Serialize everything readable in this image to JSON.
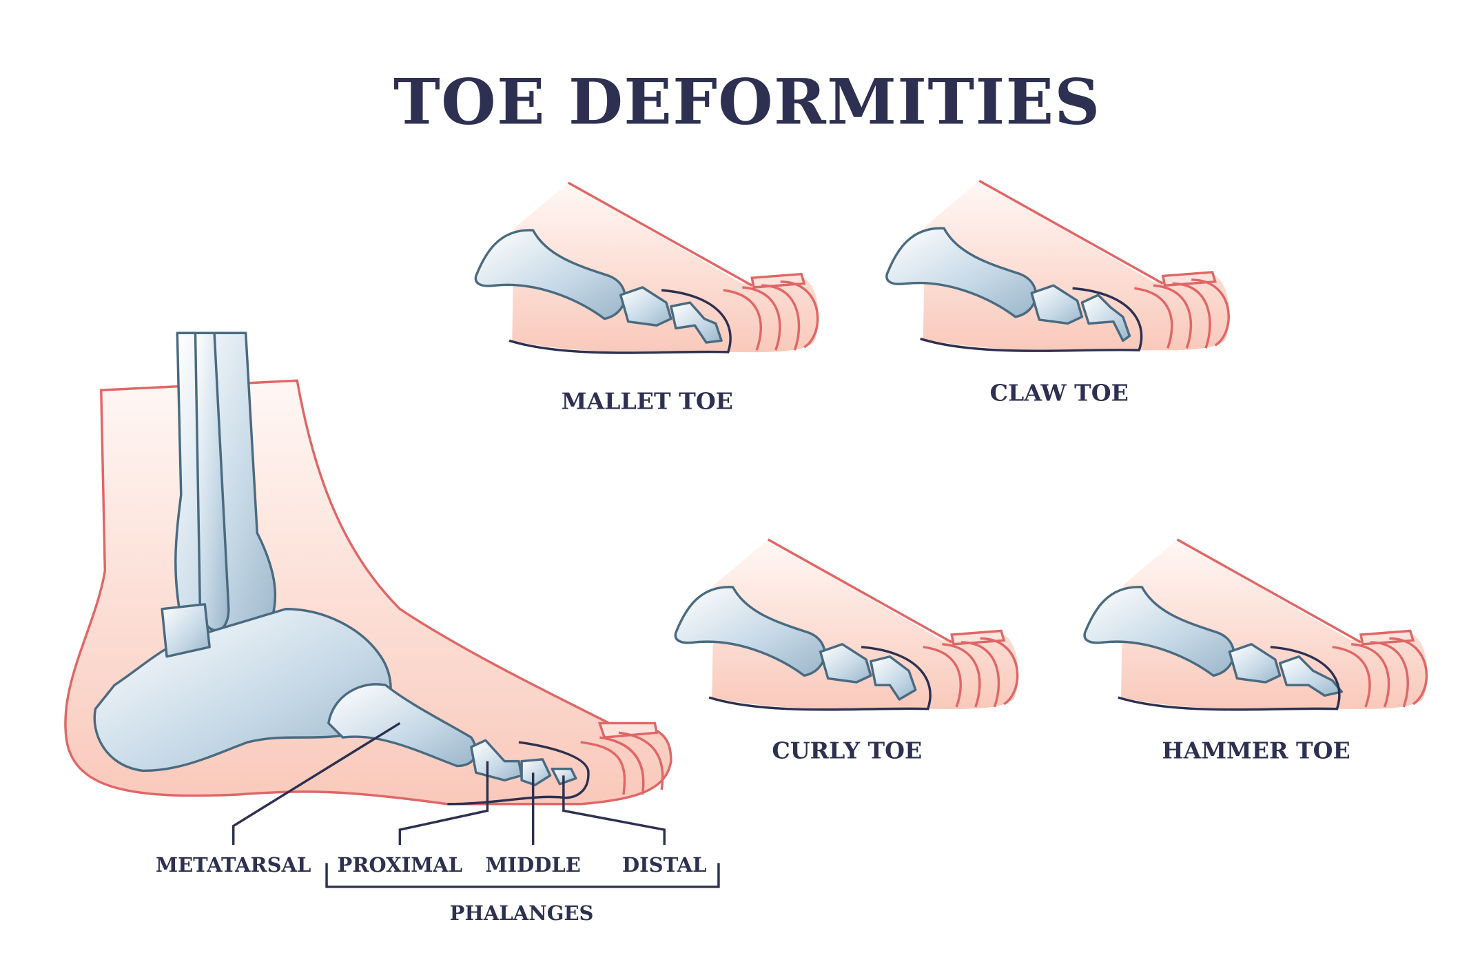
{
  "title": "TOE DEFORMITIES",
  "anatomy_labels": {
    "metatarsal": "METATARSAL",
    "proximal": "PROXIMAL",
    "middle": "MIDDLE",
    "distal": "DISTAL",
    "phalanges": "PHALANGES"
  },
  "deformities": [
    {
      "name": "MALLET TOE"
    },
    {
      "name": "CLAW TOE"
    },
    {
      "name": "CURLY TOE"
    },
    {
      "name": "HAMMER TOE"
    }
  ],
  "colors": {
    "text": "#2d3050",
    "skin_outline": "#e06666",
    "bone": "#a9c3d6",
    "bone_outline": "#4a6a80"
  }
}
